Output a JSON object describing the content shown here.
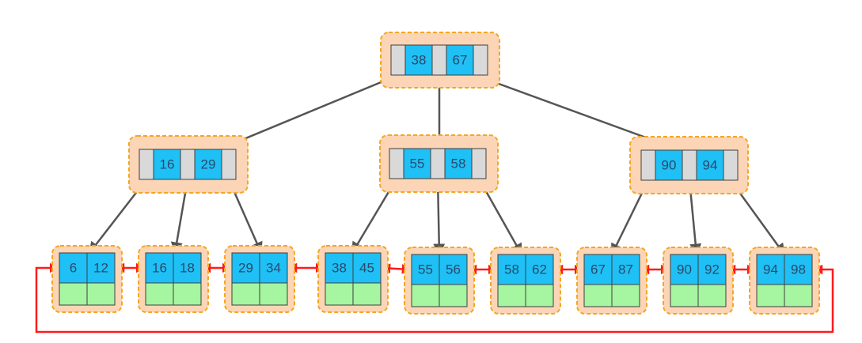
{
  "colors": {
    "node_fill": "#fbd5b5",
    "node_border": "#f5a623",
    "pointer_cell": "#d9d9d9",
    "key_cell": "#1ec0f5",
    "data_cell": "#a6f5a0",
    "tree_edge": "#555555",
    "leaf_link": "#ff1a1a"
  },
  "tree": {
    "root": {
      "keys": [
        "38",
        "67"
      ]
    },
    "internal": [
      {
        "keys": [
          "16",
          "29"
        ]
      },
      {
        "keys": [
          "55",
          "58"
        ]
      },
      {
        "keys": [
          "90",
          "94"
        ]
      }
    ],
    "leaves": [
      {
        "keys": [
          "6",
          "12"
        ]
      },
      {
        "keys": [
          "16",
          "18"
        ]
      },
      {
        "keys": [
          "29",
          "34"
        ]
      },
      {
        "keys": [
          "38",
          "45"
        ]
      },
      {
        "keys": [
          "55",
          "56"
        ]
      },
      {
        "keys": [
          "58",
          "62"
        ]
      },
      {
        "keys": [
          "67",
          "87"
        ]
      },
      {
        "keys": [
          "90",
          "92"
        ]
      },
      {
        "keys": [
          "94",
          "98"
        ]
      }
    ]
  }
}
